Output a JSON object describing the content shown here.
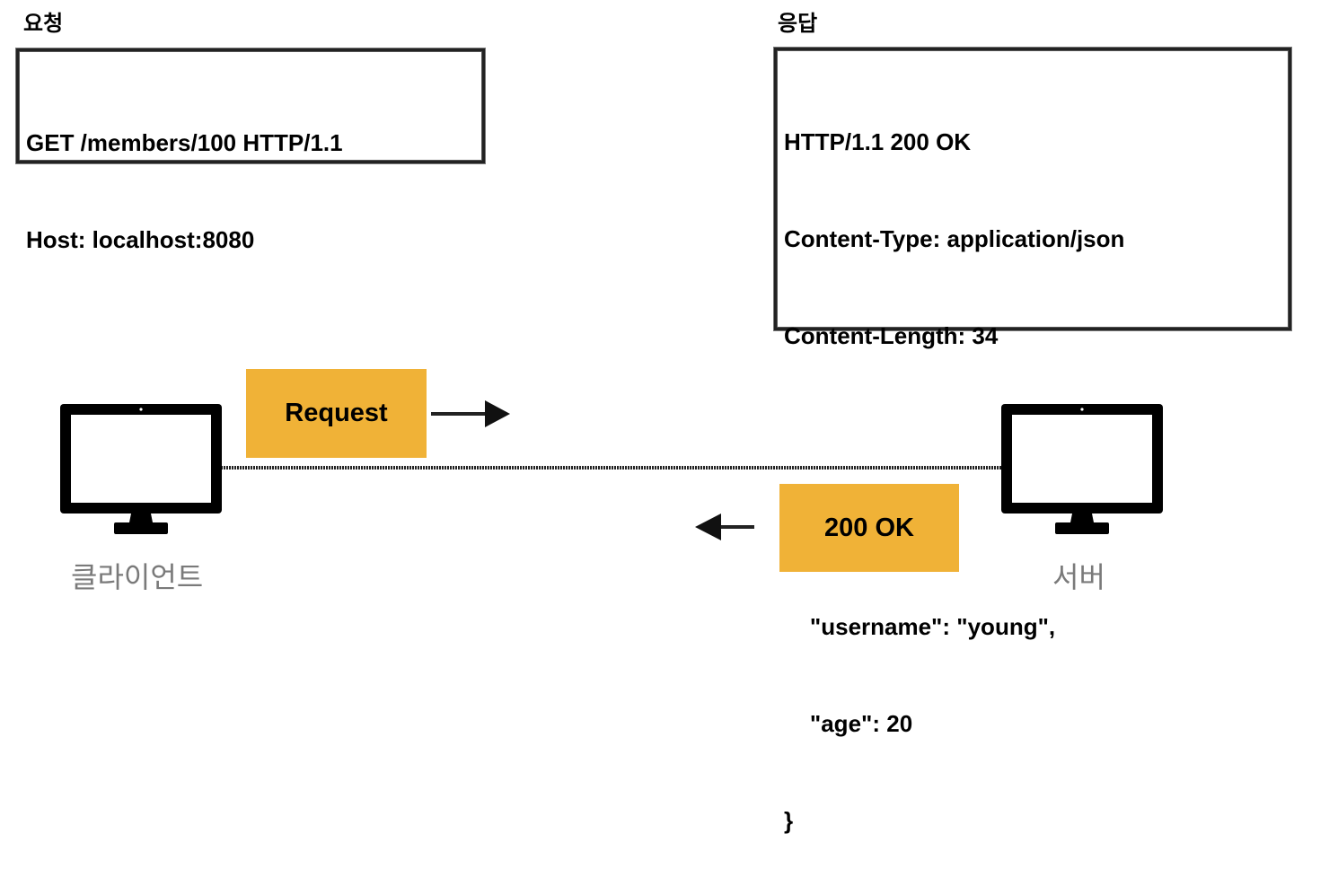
{
  "request": {
    "title": "요청",
    "lines": [
      "GET /members/100 HTTP/1.1",
      "Host: localhost:8080"
    ]
  },
  "response": {
    "title": "응답",
    "lines": [
      "HTTP/1.1 200 OK",
      "Content-Type: application/json",
      "Content-Length: 34",
      "",
      "{",
      "    \"username\": \"young\",",
      "    \"age\": 20",
      "}"
    ]
  },
  "flow": {
    "request_label": "Request",
    "response_label": "200 OK",
    "client_label": "클라이언트",
    "server_label": "서버"
  },
  "colors": {
    "label_fill": "#f0b237",
    "device": "#000000",
    "device_label": "#7a7a7a"
  }
}
